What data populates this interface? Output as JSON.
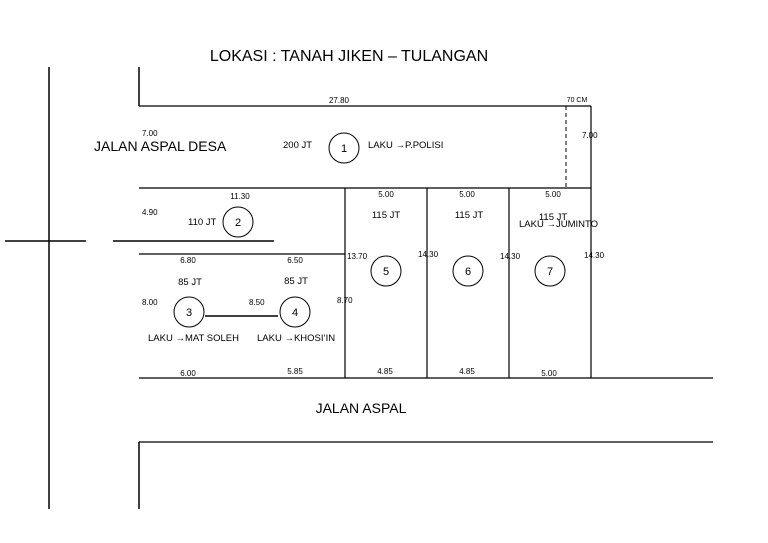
{
  "title": "LOKASI : TANAH JIKEN – TULANGAN",
  "roads": {
    "desa": "JALAN ASPAL DESA",
    "aspal": "JALAN ASPAL"
  },
  "plots": {
    "p1": {
      "number": "1",
      "price": "200 JT",
      "note": "LAKU →P.POLISI"
    },
    "p2": {
      "number": "2",
      "price": "110 JT"
    },
    "p3": {
      "number": "3",
      "price": "85 JT",
      "note": "LAKU →MAT SOLEH"
    },
    "p4": {
      "number": "4",
      "price": "85 JT",
      "note": "LAKU →KHOSI’IN"
    },
    "p5": {
      "number": "5",
      "price": "115 JT"
    },
    "p6": {
      "number": "6",
      "price": "115 JT"
    },
    "p7": {
      "number": "7",
      "price": "115 JT",
      "note": "LAKU →JUMINTO"
    }
  },
  "dimensions": {
    "top": "27.80",
    "cm": "70 CM",
    "left_top": "7.00",
    "right_top": "7.00",
    "p2_top": "11.30",
    "p2_left": "4.90",
    "p5_top": "5.00",
    "p6_top": "5.00",
    "p7_top": "5.00",
    "mid_left": "6.80",
    "mid_right": "6.50",
    "p5_left": "13.70",
    "p6_left": "14.30",
    "p7_left": "14.30",
    "right_side": "14.30",
    "p3_left": "8.00",
    "p4_left": "8.50",
    "p4_right": "8.70",
    "bot_1": "6.00",
    "bot_2": "5.85",
    "bot_3": "4.85",
    "bot_4": "4.85",
    "bot_5": "5.00"
  }
}
